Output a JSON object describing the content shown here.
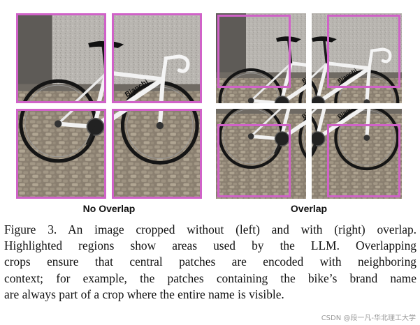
{
  "figure": {
    "label_left": "No Overlap",
    "label_right": "Overlap",
    "highlight_color": "#d062c8",
    "crop_style": "bicycle-photo",
    "caption_lines": [
      "Figure 3. An image cropped without (left) and with (right) overlap.",
      "Highlighted regions show areas used by the LLM. Overlapping",
      "crops ensure that central patches are encoded with neighboring",
      "context; for example, the patches containing the bike’s brand name",
      "are always part of a crop where the entire name is visible."
    ]
  },
  "watermark": "CSDN @段一凡-华北理工大学"
}
